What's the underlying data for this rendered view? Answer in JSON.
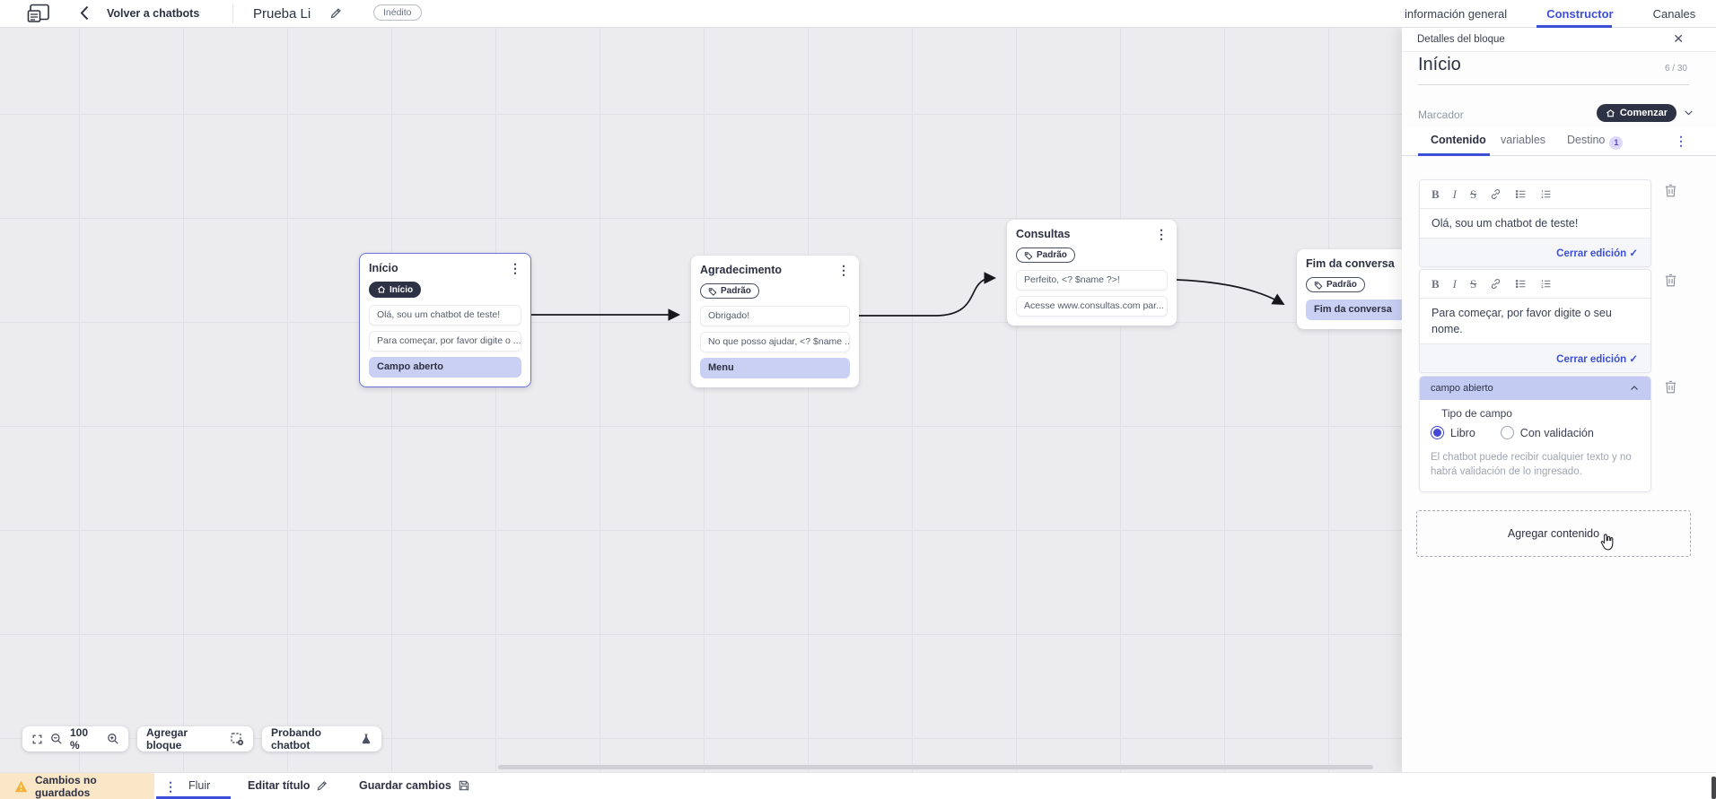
{
  "topbar": {
    "back_label": "Volver a chatbots",
    "title": "Prueba Li",
    "status_badge": "Inédito",
    "tabs": [
      {
        "label": "información general",
        "active": false
      },
      {
        "label": "Constructor",
        "active": true
      },
      {
        "label": "Canales",
        "active": false
      }
    ]
  },
  "panel": {
    "header": "Detalles del bloque",
    "block_name": "Início",
    "name_counter": "6 / 30",
    "marker_label": "Marcador",
    "marker_value": "Comenzar",
    "tabs": [
      {
        "label": "Contenido",
        "active": true
      },
      {
        "label": "variables",
        "active": false
      },
      {
        "label": "Destino",
        "badge": "1",
        "active": false
      }
    ],
    "editors": [
      {
        "text": "Olá, sou um chatbot de teste!",
        "close_label": "Cerrar edición",
        "check": "✓"
      },
      {
        "text": "Para começar, por favor digite o seu nome.",
        "close_label": "Cerrar edición",
        "check": "✓"
      }
    ],
    "open_field": {
      "header": "campo abierto",
      "type_label": "Tipo de campo",
      "options": [
        {
          "label": "Libro",
          "selected": true
        },
        {
          "label": "Con validación",
          "selected": false
        }
      ],
      "help_text": "El chatbot puede recibir cualquier texto y no habrá validación de lo ingresado."
    },
    "add_content_label": "Agregar contenido"
  },
  "canvas": {
    "blocks": [
      {
        "title": "Início",
        "badge": "Início",
        "rows": [
          {
            "text": "Olá, sou um chatbot de teste!"
          },
          {
            "text": "Para começar, por favor digite o ..."
          },
          {
            "text": "Campo aberto",
            "highlight": true
          }
        ]
      },
      {
        "title": "Agradecimento",
        "badge": "Padrão",
        "rows": [
          {
            "text": "Obrigado!"
          },
          {
            "text": "No que posso ajudar, <? $name ..."
          },
          {
            "text": "Menu",
            "highlight": true
          }
        ]
      },
      {
        "title": "Consultas",
        "badge": "Padrão",
        "rows": [
          {
            "text": "Perfeito, <? $name ?>!"
          },
          {
            "text": "Acesse www.consultas.com par..."
          }
        ]
      },
      {
        "title": "Fim da conversa",
        "badge": "Padrão",
        "rows": [
          {
            "text": "Fim da conversa",
            "highlight": true
          }
        ]
      }
    ],
    "controls": {
      "zoom_level": "100 %",
      "add_block_label": "Agregar bloque",
      "test_label": "Probando chatbot"
    }
  },
  "bottombar": {
    "unsaved_label": "Cambios no guardados",
    "flow_tab": "Fluir",
    "edit_title_label": "Editar título",
    "save_label": "Guardar cambios"
  },
  "colors": {
    "accent": "#3d4ed8",
    "dark_pill": "#2e3245",
    "highlight_row": "#c9d0f4",
    "warning_bg": "#fae7c8"
  }
}
